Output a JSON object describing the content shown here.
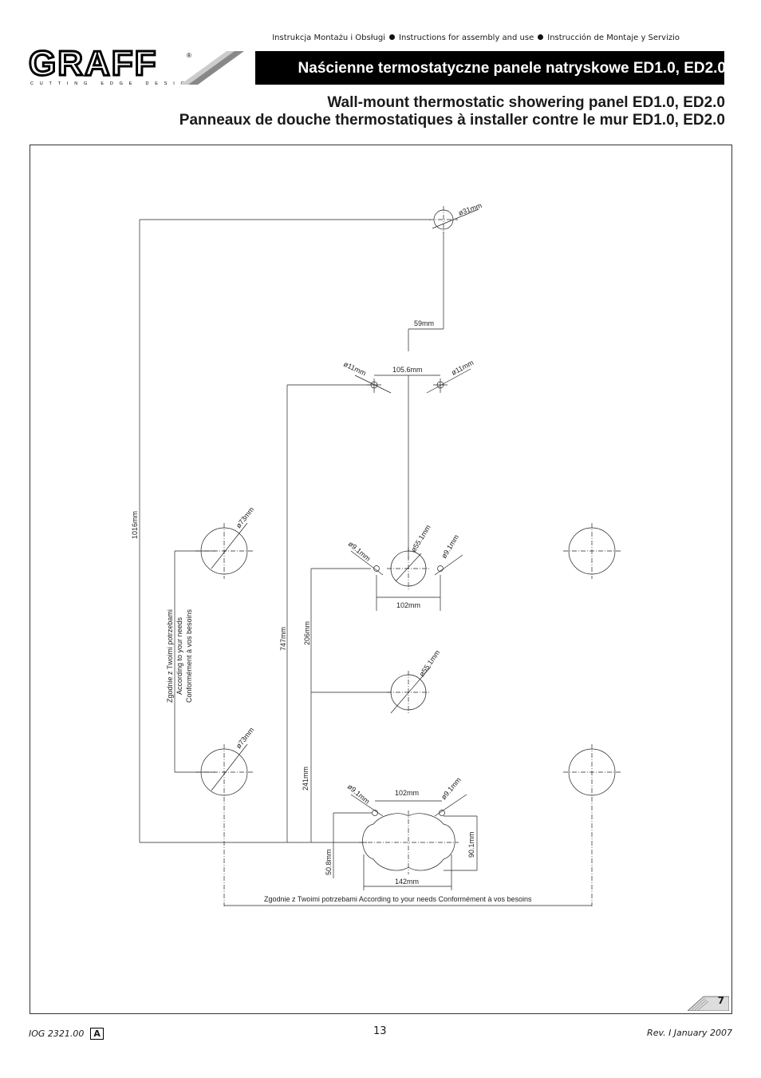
{
  "header": {
    "languages": [
      "Instrukcja Montażu i Obsługi",
      "Instructions for assembly and use",
      "Instrucción de Montaje y Servizio"
    ],
    "logo_text": "GRAFF",
    "logo_tagline": "CUTTING EDGE DESIGN",
    "title_pl": "Naścienne termostatyczne panele natryskowe ED1.0, ED2.0",
    "title_en": "Wall-mount thermostatic showering panel ED1.0, ED2.0",
    "title_fr": "Panneaux de douche thermostatiques à installer contre le mur ED1.0, ED2.0"
  },
  "drawing": {
    "labels": {
      "d31": "ø31mm",
      "d59": "59mm",
      "d11_left": "ø11mm",
      "d105": "105.6mm",
      "d11_right": "ø11mm",
      "d1016": "1016mm",
      "d73_top": "ø73mm",
      "d91_a": "ø9.1mm",
      "d551_a": "ø55.1mm",
      "d91_b": "ø9.1mm",
      "d102_a": "102mm",
      "d747": "747mm",
      "d206": "206mm",
      "d551_b": "ø55.1mm",
      "d73_bot": "ø73mm",
      "d241": "241mm",
      "d91_c": "ø9.1mm",
      "d102_b": "102mm",
      "d91_d": "ø9.1mm",
      "d901": "90.1mm",
      "d508": "50.8mm",
      "d142": "142mm",
      "vert_pl": "Zgodnie z Twoimi potrzebami",
      "vert_en": "According to your needs",
      "vert_fr": "Conformément à vos besoins",
      "bottom_note": "Zgodnie z Twoimi potrzebami  According to your needs   Conformément à vos besoins"
    }
  },
  "badge": {
    "page": "7"
  },
  "footer": {
    "code": "IOG 2321.00",
    "rev_letter": "A",
    "page_number": "13",
    "revision": "Rev. I  January 2007"
  }
}
